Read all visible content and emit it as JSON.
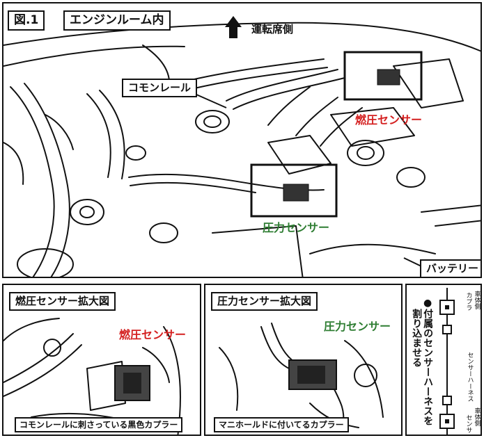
{
  "main": {
    "fig_label": "図.1",
    "title": "エンジンルーム内",
    "driver_side": "運転席側",
    "common_rail": "コモンレール",
    "fuel_sensor": "燃圧センサー",
    "pressure_sensor": "圧力センサー",
    "battery": "バッテリー"
  },
  "fuel_panel": {
    "title": "燃圧センサー拡大図",
    "sensor_label": "燃圧センサー",
    "caption": "コモンレールに刺さっている黒色カプラー"
  },
  "pressure_panel": {
    "title": "圧力センサー拡大図",
    "sensor_label": "圧力センサー",
    "caption": "マニホールドに付いてるカプラー"
  },
  "harness": {
    "instruction": "●付属のセンサーハーネスを割り込ませる",
    "instruction_line1": "●付属のセンサーハーネスを",
    "instruction_line2": "割り込ませる",
    "body_coupler_top": "車体側",
    "body_coupler_top_sub": "カプラ",
    "sensor_harness": "センサーハーネス",
    "body_coupler_bottom": "車体側",
    "sensor_bottom": "センサ"
  },
  "colors": {
    "red": "#d42020",
    "green": "#2e7d32",
    "line": "#111111"
  }
}
